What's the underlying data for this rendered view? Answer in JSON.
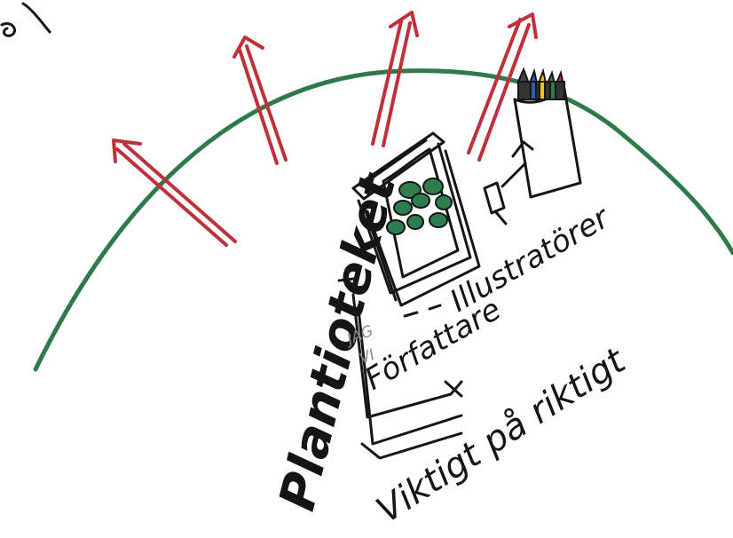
{
  "labels": {
    "plantioteket": "Plantioteket",
    "illustratorer": "Illustratörer",
    "forfattare": "Författare",
    "jag": "JAG",
    "vi": "VI",
    "viktigt": "Viktigt på riktigt"
  },
  "colors": {
    "arc": "#2f7a4a",
    "arrows": "#c0303a",
    "ink": "#151515",
    "pencil": "#8a8a8a",
    "leaves": "#2e7d4f"
  },
  "icons": {
    "book": "book-icon",
    "pencil_cup": "pencil-cup-icon",
    "pencil": "pencil-icon"
  }
}
